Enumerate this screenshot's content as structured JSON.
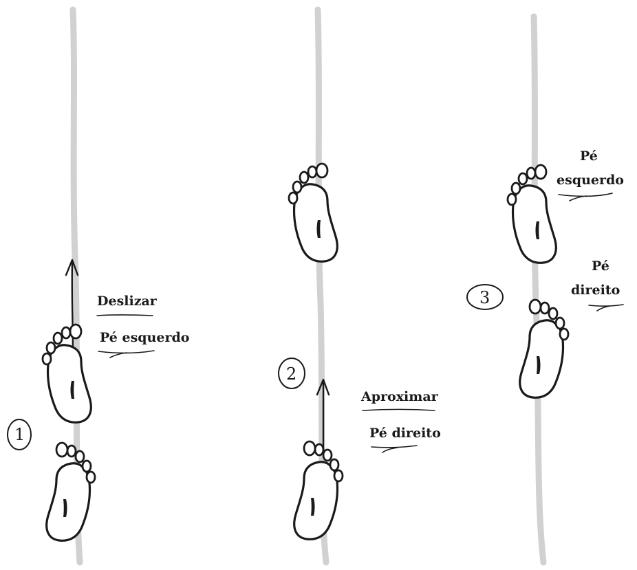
{
  "steps": [
    {
      "number": "1",
      "label_action": "Deslizar",
      "label_foot": "Pé esquerdo"
    },
    {
      "number": "2",
      "label_action": "Aproximar",
      "label_foot": "Pé direito"
    },
    {
      "number": "3",
      "label_left_1": "Pé",
      "label_left_2": "esquerdo",
      "label_right_1": "Pé",
      "label_right_2": "direito"
    }
  ],
  "colors": {
    "ink": "#1a1a1a",
    "guide_line": "#cfcfcf",
    "background": "#ffffff"
  },
  "icons": [
    "left-footprint-icon",
    "right-footprint-icon",
    "arrow-up-icon"
  ]
}
